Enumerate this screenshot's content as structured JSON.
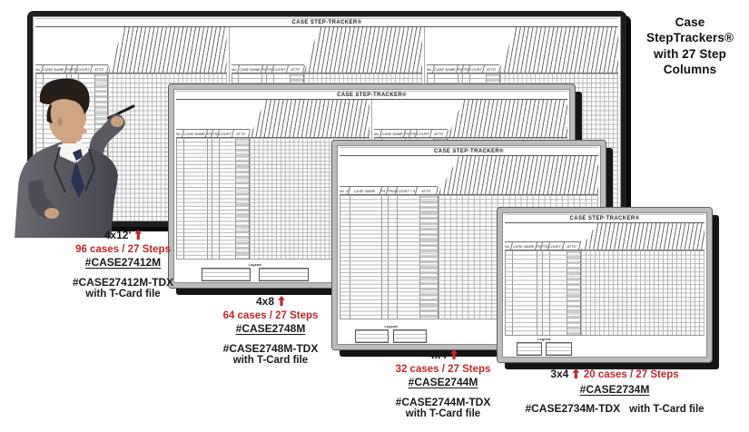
{
  "headline": {
    "text": "Case\nStepTrackers®\nwith 27 Step\nColumns"
  },
  "board_common": {
    "title": "CASE STEP-TRACKER®",
    "legend_label": "Legend",
    "steps": 27,
    "columns": [
      "No. /Pty",
      "CASE NAME",
      "P/L",
      "TRIAL DATE",
      "COURT / JUDGE",
      "ATTD"
    ]
  },
  "boards": [
    {
      "size_label": "4x12'",
      "panels": 3,
      "rows": 32,
      "has_legend": false
    },
    {
      "size_label": "4x8",
      "panels": 2,
      "rows": 32,
      "has_legend": true
    },
    {
      "size_label": "4x4",
      "panels": 1,
      "rows": 32,
      "has_legend": true
    },
    {
      "size_label": "3x4",
      "panels": 1,
      "rows": 20,
      "has_legend": true
    }
  ],
  "captions": [
    {
      "size": "4x12'",
      "cases": "96 cases / 27 Steps",
      "code": "#CASE27412M",
      "code_tdx": "#CASE27412M-TDX",
      "tdx_note": "with T-Card file"
    },
    {
      "size": "4x8",
      "cases": "64 cases / 27 Steps",
      "code": "#CASE2748M",
      "code_tdx": "#CASE2748M-TDX",
      "tdx_note": "with T-Card file"
    },
    {
      "size": "4x4",
      "cases": "32 cases / 27 Steps",
      "code": "#CASE2744M",
      "code_tdx": "#CASE2744M-TDX",
      "tdx_note": "with T-Card file"
    },
    {
      "size": "3x4",
      "cases": "20 cases / 27 Steps",
      "code": "#CASE2734M",
      "code_tdx": "#CASE2734M-TDX",
      "tdx_note": "with T-Card file"
    }
  ],
  "colors": {
    "accent_red": "#c1272d",
    "frame_black": "#1e1e1e",
    "frame_metal": "#bcbcbc",
    "shadow": "#151515",
    "grid_line": "#b3b3b3"
  }
}
